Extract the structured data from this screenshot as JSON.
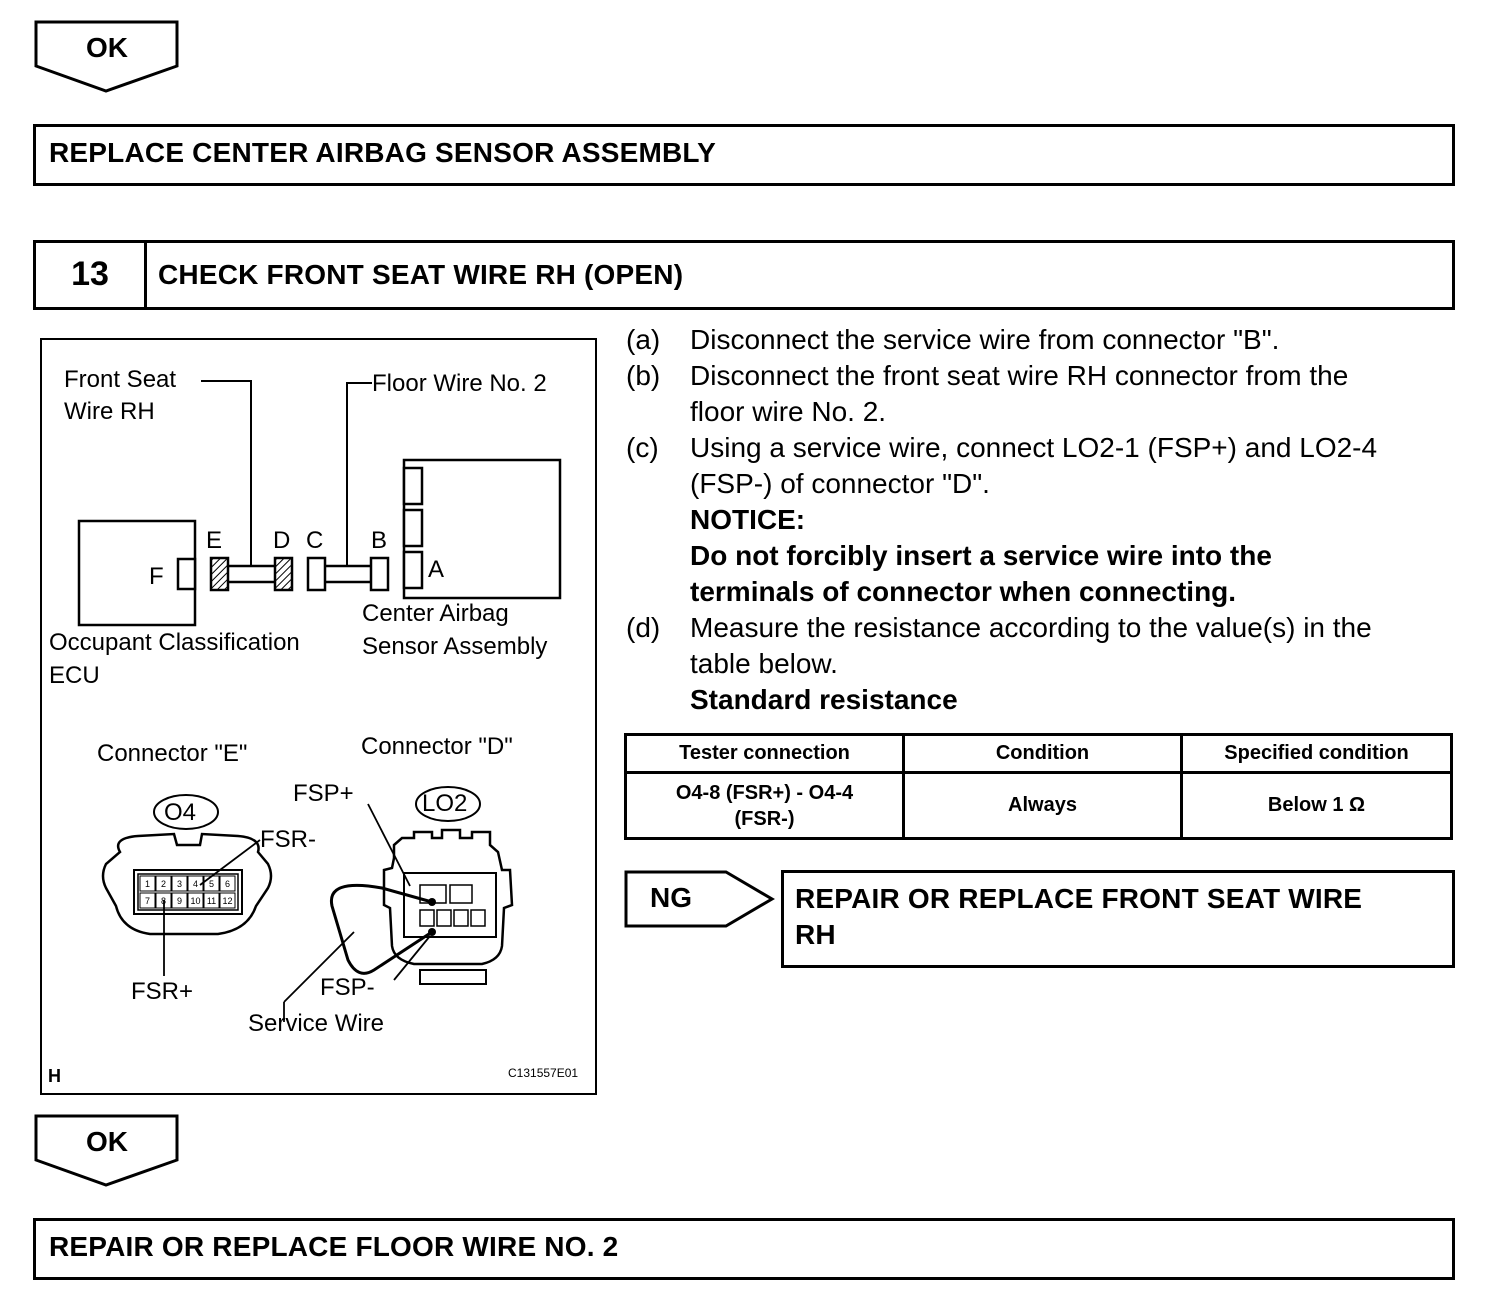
{
  "top_ok": {
    "label": "OK"
  },
  "replace_box": {
    "text": "REPLACE CENTER AIRBAG SENSOR ASSEMBLY"
  },
  "step": {
    "number": "13",
    "title": "CHECK FRONT SEAT WIRE RH (OPEN)"
  },
  "diagram": {
    "labels": {
      "front_seat_wire": [
        "Front Seat",
        "Wire RH"
      ],
      "floor_wire": "Floor Wire No. 2",
      "occupant_ecu": [
        "Occupant Classification",
        "ECU"
      ],
      "center_airbag": [
        "Center Airbag",
        "Sensor Assembly"
      ],
      "conn_E": "E",
      "conn_D": "D",
      "conn_C": "C",
      "conn_B": "B",
      "conn_A": "A",
      "conn_F": "F",
      "connector_e": "Connector \"E\"",
      "connector_d": "Connector \"D\"",
      "o4": "O4",
      "lo2": "LO2",
      "fsr_minus": "FSR-",
      "fsr_plus": "FSR+",
      "fsp_plus": "FSP+",
      "fsp_minus": "FSP-",
      "service_wire": "Service Wire",
      "corner_h": "H",
      "figure_id": "C131557E01"
    },
    "pin_numbers": [
      "1",
      "2",
      "3",
      "4",
      "5",
      "6",
      "7",
      "8",
      "9",
      "10",
      "11",
      "12"
    ]
  },
  "instructions": [
    {
      "label": "(a)",
      "lines": [
        "Disconnect the service wire from connector \"B\"."
      ]
    },
    {
      "label": "(b)",
      "lines": [
        "Disconnect the front seat wire RH connector from the",
        "floor wire No. 2."
      ]
    },
    {
      "label": "(c)",
      "lines": [
        "Using a service wire, connect LO2-1 (FSP+) and LO2-4",
        "(FSP-) of connector \"D\"."
      ]
    },
    {
      "label": "(d)",
      "lines": [
        "Measure the resistance according to the value(s) in the",
        "table below."
      ]
    }
  ],
  "notice": {
    "heading": "NOTICE:",
    "lines": [
      "Do not forcibly insert a service wire into the",
      "terminals of connector when connecting."
    ]
  },
  "standard_resistance": "Standard resistance",
  "table": {
    "headers": [
      "Tester connection",
      "Condition",
      "Specified condition"
    ],
    "rows": [
      {
        "tester": [
          "O4-8 (FSR+) - O4-4",
          "(FSR-)"
        ],
        "condition": "Always",
        "specified": "Below 1 Ω"
      }
    ]
  },
  "ng": {
    "label": "NG",
    "result": [
      "REPAIR OR REPLACE FRONT SEAT WIRE",
      "RH"
    ]
  },
  "bottom_ok": {
    "label": "OK"
  },
  "final_box": {
    "text": "REPAIR OR REPLACE FLOOR WIRE NO. 2"
  }
}
